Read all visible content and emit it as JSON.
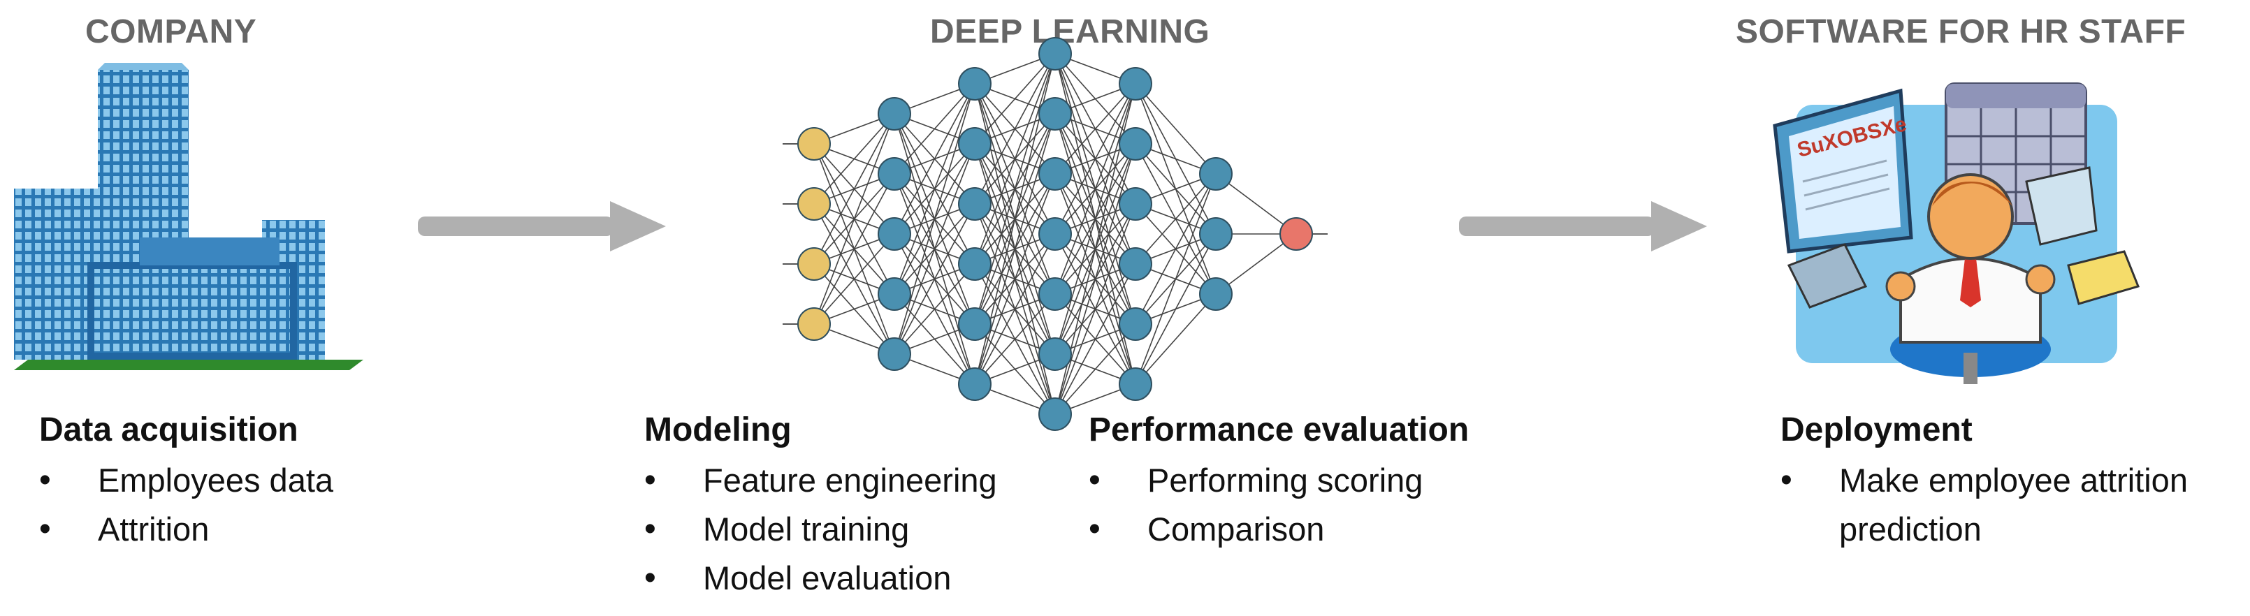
{
  "columns": {
    "company": "COMPANY",
    "deep_learning": "DEEP LEARNING",
    "software": "SOFTWARE FOR HR STAFF"
  },
  "sections": {
    "acquisition": {
      "title": "Data acquisition",
      "items": [
        "Employees data",
        "Attrition"
      ]
    },
    "modeling": {
      "title": "Modeling",
      "items": [
        "Feature engineering",
        "Model training",
        "Model evaluation"
      ]
    },
    "evaluation": {
      "title": "Performance evaluation",
      "items": [
        "Performing scoring",
        "Comparison"
      ]
    },
    "deployment": {
      "title": "Deployment",
      "items": [
        "Make employee attrition",
        "prediction"
      ]
    }
  },
  "screen_text": "SuXOBSXe",
  "neural_net": {
    "layers": [
      4,
      5,
      6,
      7,
      6,
      3,
      1
    ],
    "colors": {
      "input": "#e8c46a",
      "hidden": "#4a90b0",
      "output": "#e8766a"
    }
  },
  "colors": {
    "arrow": "#b0b0b0",
    "title": "#666666"
  }
}
